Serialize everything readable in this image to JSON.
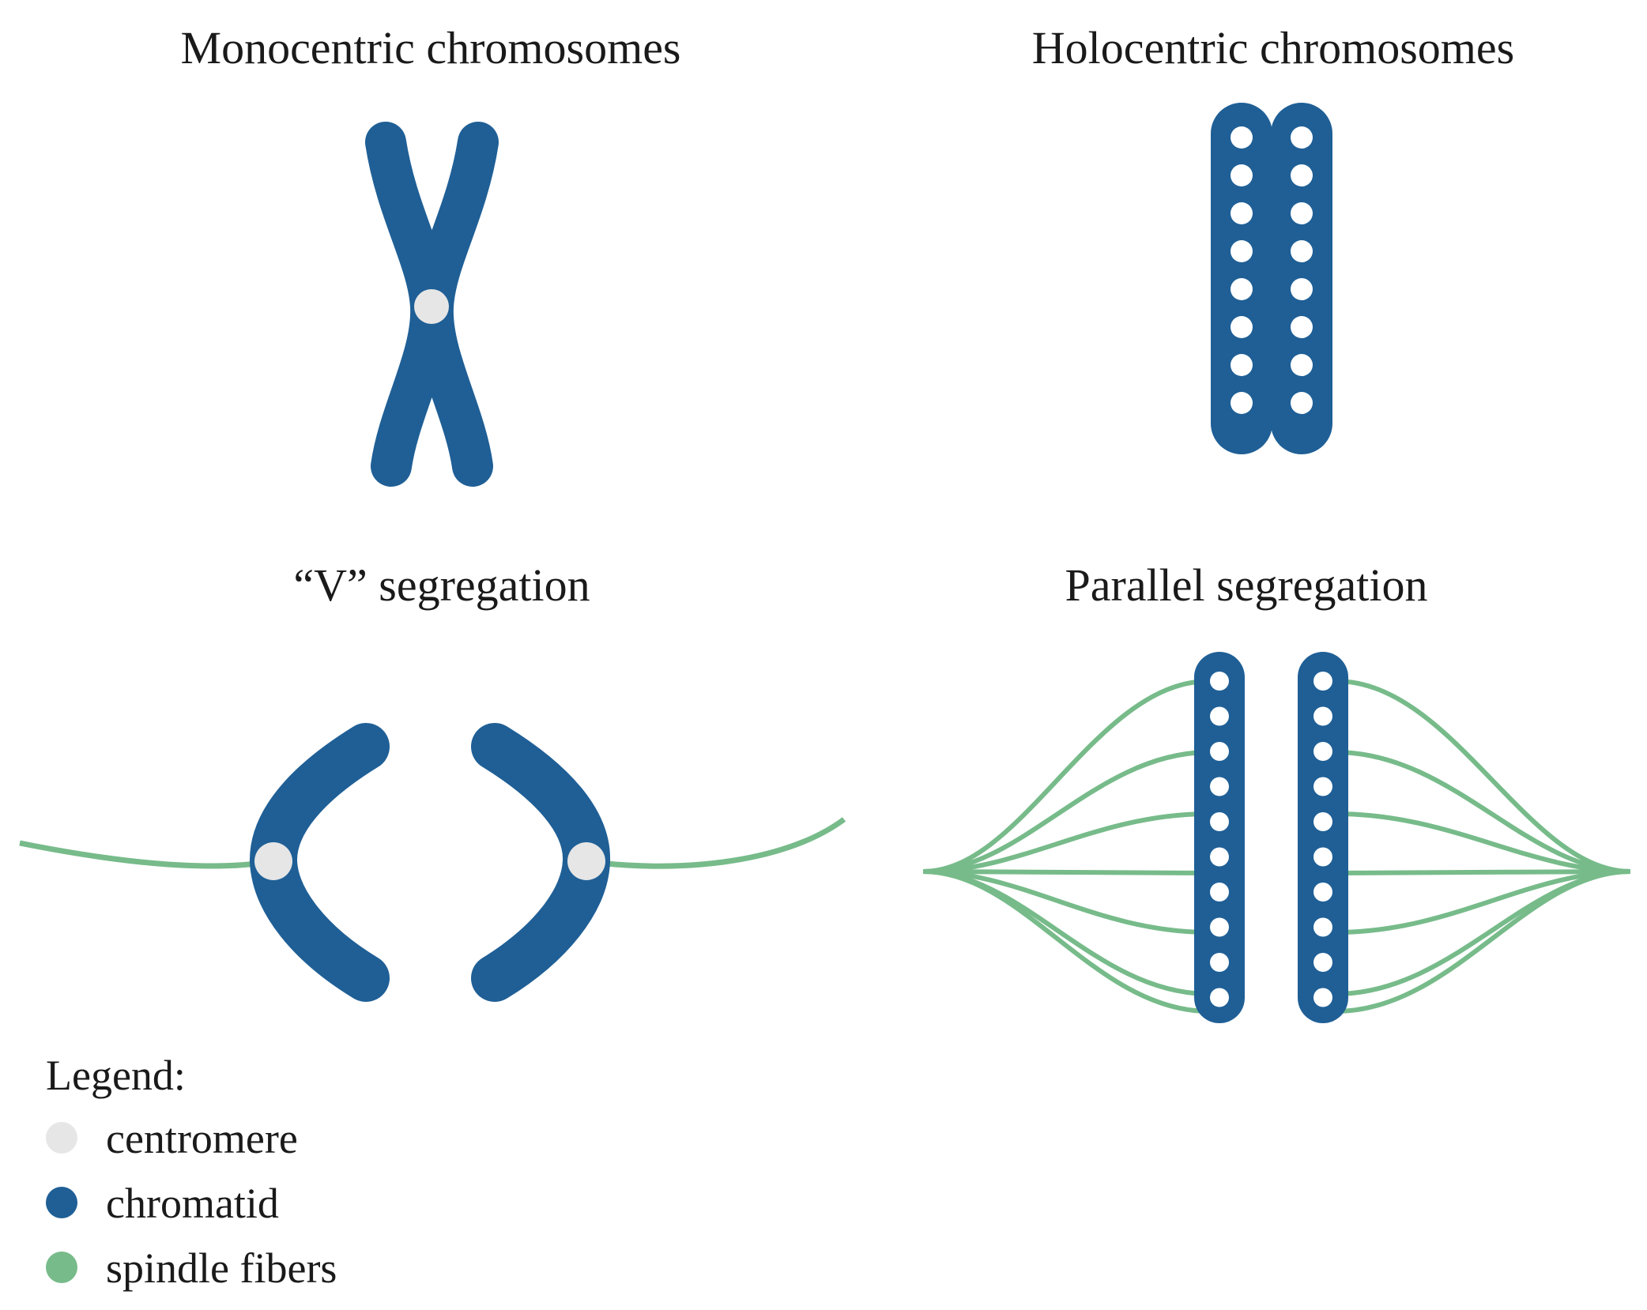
{
  "titles": {
    "monocentric": "Monocentric chromosomes",
    "holocentric": "Holocentric chromosomes",
    "v_segregation": "“V” segregation",
    "parallel_segregation": "Parallel segregation"
  },
  "legend": {
    "title": "Legend:",
    "items": [
      {
        "label": "centromere",
        "color": "#e6e6e6"
      },
      {
        "label": "chromatid",
        "color": "#1f5f96"
      },
      {
        "label": "spindle fibers",
        "color": "#77bb8a"
      }
    ]
  },
  "colors": {
    "chromatid": "#1f5f96",
    "centromere": "#e6e6e6",
    "spindle": "#77bb8a",
    "hole": "#ffffff"
  }
}
